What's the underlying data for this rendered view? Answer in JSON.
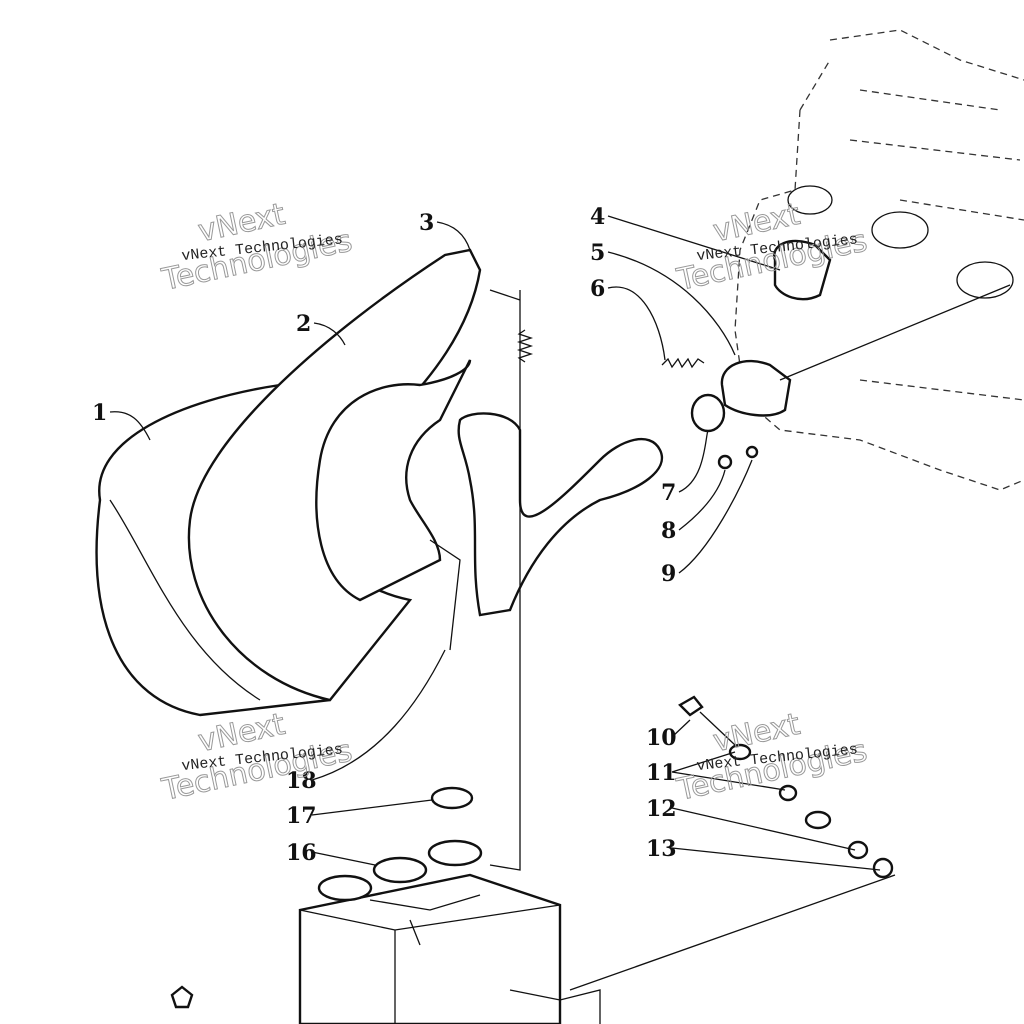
{
  "diagram": {
    "callouts": [
      "1",
      "2",
      "3",
      "4",
      "5",
      "6",
      "7",
      "8",
      "9",
      "10",
      "11",
      "12",
      "13",
      "16",
      "17",
      "18"
    ]
  },
  "watermark": {
    "small": "vNext Technologies",
    "big_line1": "vNext",
    "big_line2": "Technologies"
  }
}
